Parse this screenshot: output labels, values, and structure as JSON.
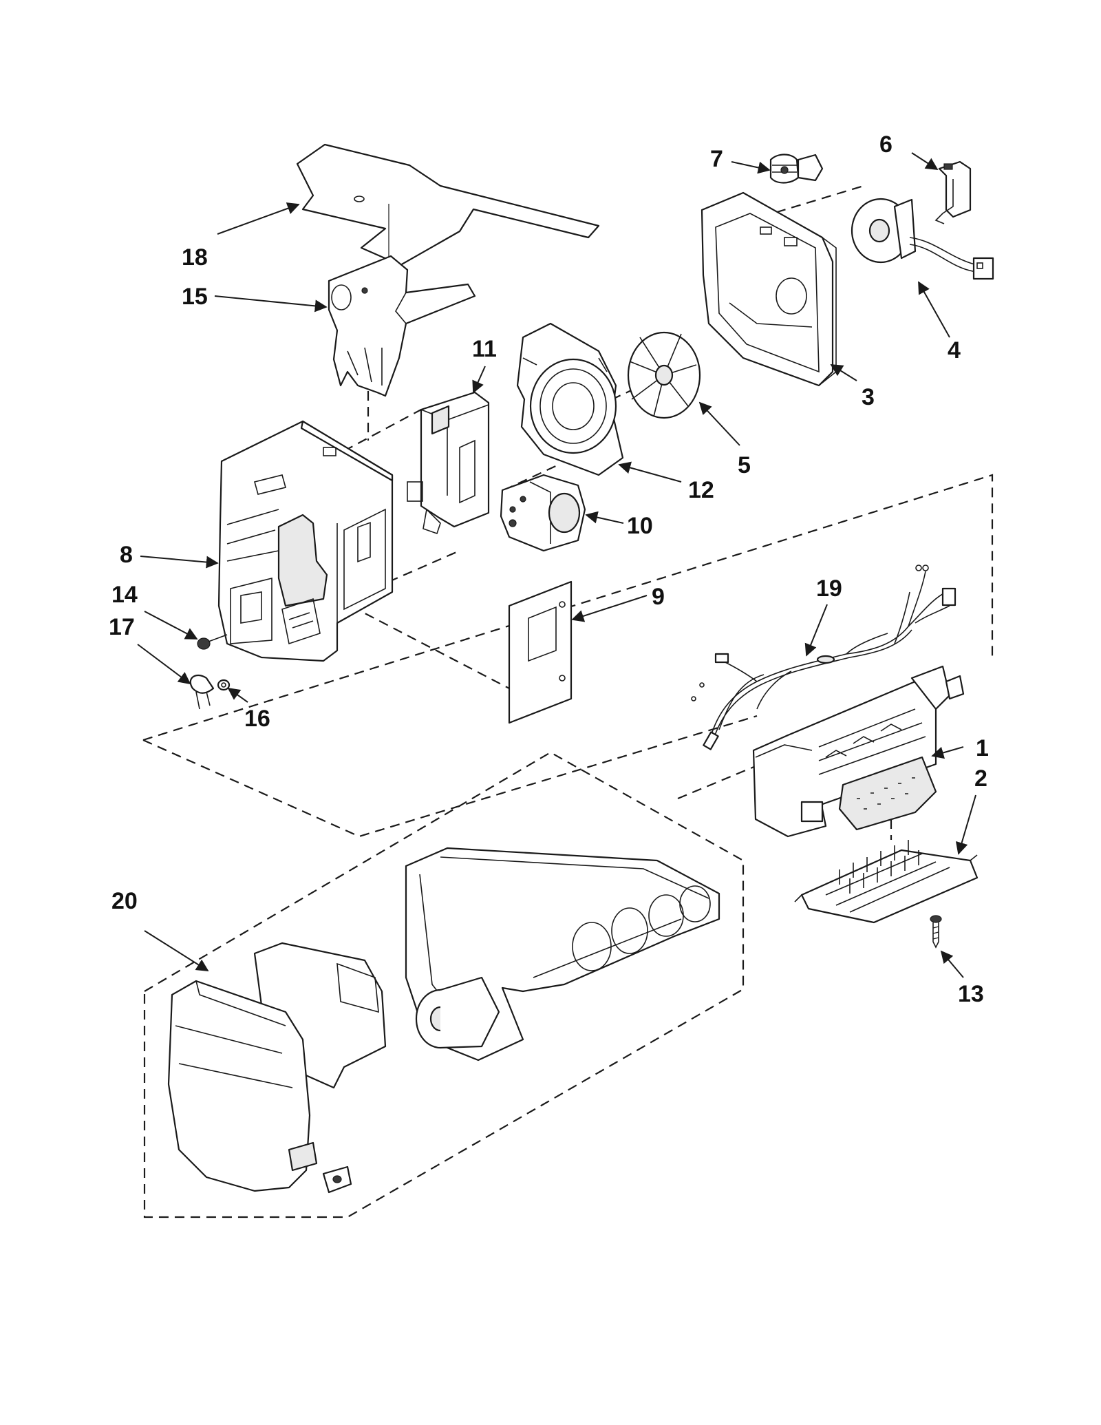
{
  "callouts": [
    {
      "id": "1",
      "label": "1"
    },
    {
      "id": "2",
      "label": "2"
    },
    {
      "id": "3",
      "label": "3"
    },
    {
      "id": "4",
      "label": "4"
    },
    {
      "id": "5",
      "label": "5"
    },
    {
      "id": "6",
      "label": "6"
    },
    {
      "id": "7",
      "label": "7"
    },
    {
      "id": "8",
      "label": "8"
    },
    {
      "id": "9",
      "label": "9"
    },
    {
      "id": "10",
      "label": "10"
    },
    {
      "id": "11",
      "label": "11"
    },
    {
      "id": "12",
      "label": "12"
    },
    {
      "id": "13",
      "label": "13"
    },
    {
      "id": "14",
      "label": "14"
    },
    {
      "id": "15",
      "label": "15"
    },
    {
      "id": "16",
      "label": "16"
    },
    {
      "id": "17",
      "label": "17"
    },
    {
      "id": "18",
      "label": "18"
    },
    {
      "id": "19",
      "label": "19"
    },
    {
      "id": "20",
      "label": "20"
    }
  ],
  "colors": {
    "ink": "#1a1a1a",
    "paper": "#ffffff",
    "shade": "#e9e9e9"
  }
}
